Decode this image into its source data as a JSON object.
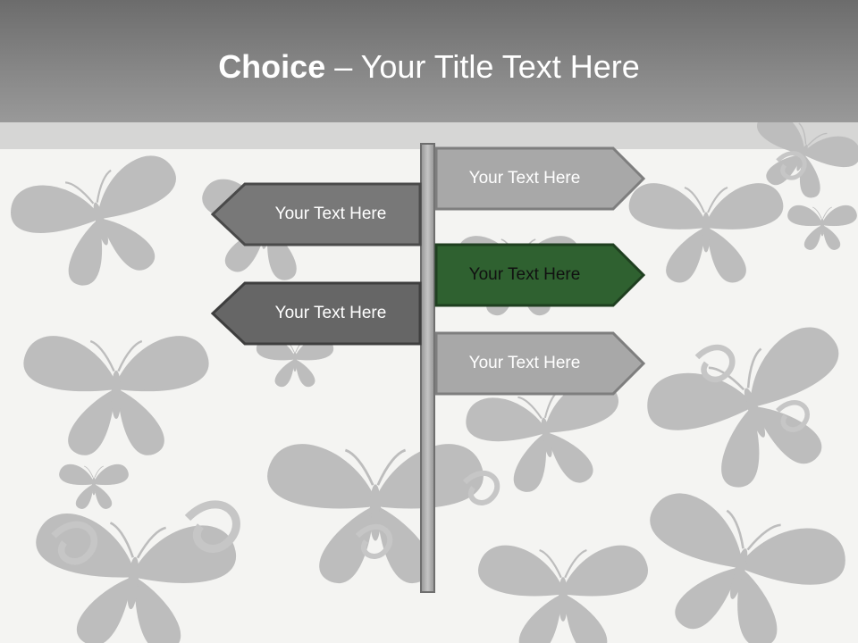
{
  "slide": {
    "title_strong": "Choice",
    "title_dash": "–",
    "title_rest": "Your Title Text Here"
  },
  "signs": {
    "right_top": "Your Text Here",
    "left_top": "Your Text Here",
    "right_highlight": "Your Text Here",
    "left_bottom": "Your Text Here",
    "right_bottom": "Your Text Here"
  },
  "colors": {
    "title_bar": "#7a7a7a",
    "sign_light": "#a8a8a8",
    "sign_mid": "#787878",
    "sign_dark": "#666666",
    "sign_highlight": "#2f6130",
    "post": "#b0b0b0",
    "background": "#f4f4f2",
    "butterfly": "#bdbdbd"
  },
  "decoration": {
    "background_icon": "butterfly-icon"
  }
}
